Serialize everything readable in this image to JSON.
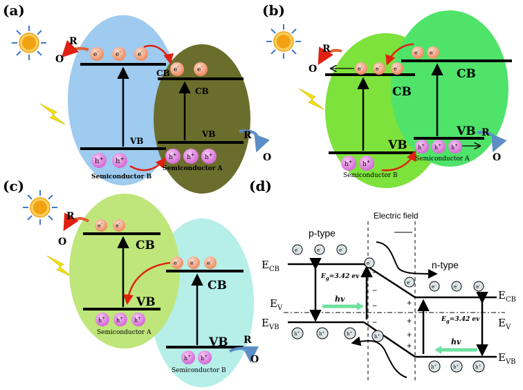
{
  "panels": {
    "a": {
      "label": "(a)",
      "left_name": "Semiconductor B",
      "right_name": "Semiconductor A",
      "cb": "CB",
      "vb": "VB",
      "r": "R",
      "o": "O"
    },
    "b": {
      "label": "(b)",
      "left_name": "Semiconductor B",
      "right_name": "Semiconductor A",
      "cb": "CB",
      "vb": "VB",
      "r": "R",
      "o": "O"
    },
    "c": {
      "label": "(c)",
      "left_name": "Semiconductor A",
      "right_name": "Semiconductor B",
      "cb": "CB",
      "vb": "VB",
      "r": "R",
      "o": "O"
    },
    "d": {
      "label": "(d)",
      "electric_field": "Electric field",
      "p_type": "p-type",
      "n_type": "n-type",
      "ecb_main": "E",
      "ecb_sub": "CB",
      "ev_main": "E",
      "ev_sub": "V",
      "evb_main": "E",
      "evb_sub": "VB",
      "ev_right": "E",
      "ev_right_sub": "V",
      "eg_left_main": "E",
      "eg_left_sub": "g",
      "eg_left_val": "=3.42 ev",
      "eg_right_main": "E",
      "eg_right_sub": "g",
      "eg_right_val": "=3.42 ev",
      "hv": "hv",
      "plus": "+",
      "minus": "−"
    }
  },
  "carriers": {
    "electron": "e",
    "electron_sup": "-",
    "hole": "h",
    "hole_sup": "+"
  },
  "colors": {
    "a_left": "#9ecbef",
    "a_right": "#6b6d2c",
    "b_left": "#7ee23c",
    "b_right": "#4fe36a",
    "c_left": "#bfe67a",
    "c_right": "#b6eee8",
    "electron": "#f3a27c",
    "hole": "#e68be6",
    "arrow_red": "#e02010",
    "arrow_blue": "#5b8ec4",
    "sun_core": "#f2a112",
    "sun_ray": "#3c78c9",
    "bolt": "#f2e210",
    "hv_arrow": "#6fe0a0"
  }
}
